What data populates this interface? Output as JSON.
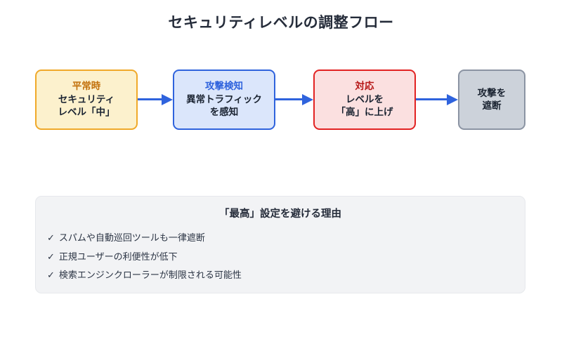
{
  "title": "セキュリティレベルの調整フロー",
  "flow": {
    "nodes": [
      {
        "id": "normal-state",
        "head": "平常時",
        "body_line1": "セキュリティ",
        "body_line2": "レベル「中」",
        "fill": "#FCF1CD",
        "border": "#F0A92A",
        "head_color": "#C2700A"
      },
      {
        "id": "attack-detected",
        "head": "攻撃検知",
        "body_line1": "異常トラフィック",
        "body_line2": "を感知",
        "fill": "#DBE6FB",
        "border": "#2F63DD",
        "head_color": "#2F63DD"
      },
      {
        "id": "response",
        "head": "対応",
        "body_line1": "レベルを",
        "body_line2": "「高」に上げ",
        "fill": "#FBE0E0",
        "border": "#E22222",
        "head_color": "#B61616"
      },
      {
        "id": "attack-blocked",
        "head": "",
        "body_line1": "攻撃を",
        "body_line2": "遮断",
        "fill": "#CCD2DA",
        "border": "#8B94A3",
        "head_color": "#1B2432"
      }
    ],
    "arrow_color": "#2F63DD",
    "arrow_count": 3
  },
  "panel": {
    "title": "「最高」設定を避ける理由",
    "check_glyph": "✓",
    "items": [
      "スパムや自動巡回ツールも一律遮断",
      "正規ユーザーの利便性が低下",
      "検索エンジンクローラーが制限される可能性"
    ],
    "background": "#F2F3F5",
    "border": "#E6E8EC"
  }
}
